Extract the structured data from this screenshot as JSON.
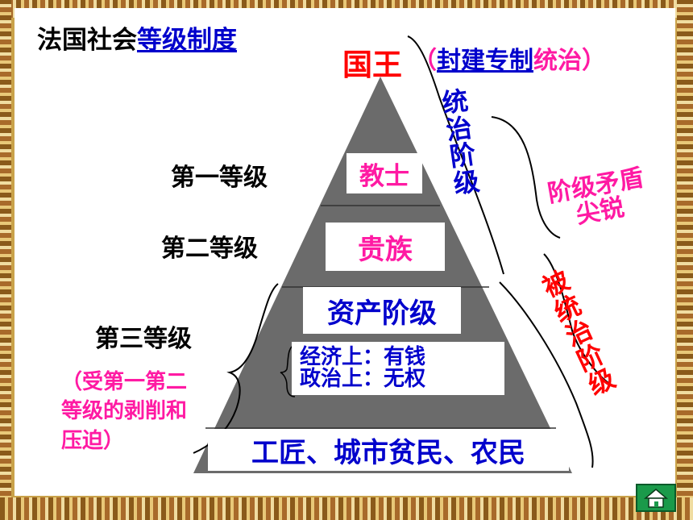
{
  "title": {
    "plain": "法国社会",
    "emphasis": "等级制度"
  },
  "apex": {
    "king": "国王",
    "note_open": "（",
    "note_emphasis": "封建专制",
    "note_rest": "统治）"
  },
  "levels": {
    "first": {
      "label": "第一等级",
      "member": "教士"
    },
    "second": {
      "label": "第二等级",
      "member": "贵族"
    },
    "third": {
      "label": "第三等级",
      "bourgeoisie": "资产阶级",
      "economy": "经济上：有钱",
      "politics": "政治上：无权",
      "commoners": "工匠、城市贫民、农民",
      "note": "（受第一第二等级的剥削和压迫）"
    }
  },
  "side_notes": {
    "ruling_class": "统治阶级",
    "contradiction": "阶级矛盾尖锐",
    "ruled_class": "被统治阶级"
  },
  "colors": {
    "pyramid": "#6b6b6b",
    "brand_blue": "#0000cc",
    "accent_pink": "#ff1aa3",
    "accent_red": "#ff0000"
  },
  "icons": {
    "home": "home-icon"
  }
}
